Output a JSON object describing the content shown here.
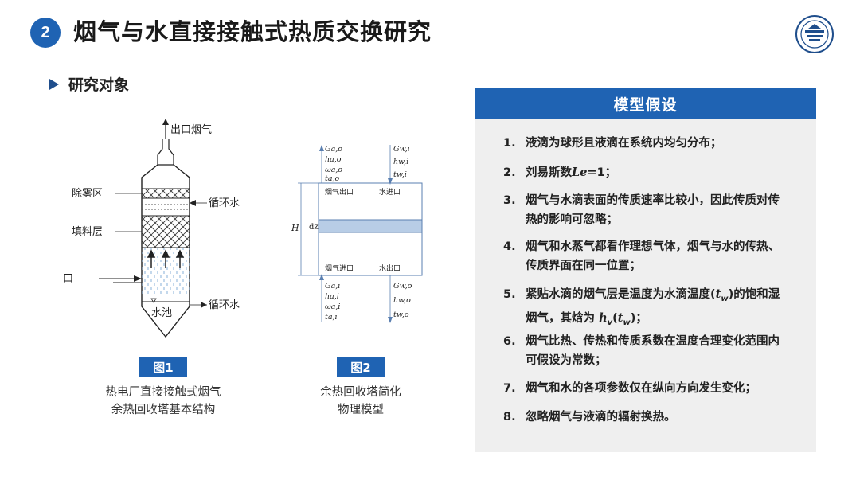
{
  "header": {
    "number": "2",
    "title": "烟气与水直接接触式热质交换研究"
  },
  "section": {
    "title": "研究对象"
  },
  "figure1": {
    "caption": "图1",
    "desc_line1": "热电厂直接接触式烟气",
    "desc_line2": "余热回收塔基本结构",
    "labels": {
      "outlet": "出口烟气",
      "demister": "除雾区",
      "circ_water_top": "循环水",
      "packing": "填料层",
      "gas_inlet": "烟气进口",
      "pool": "水池",
      "circ_water_bottom": "循环水"
    }
  },
  "figure2": {
    "caption": "图2",
    "desc_line1": "余热回收塔简化",
    "desc_line2": "物理模型",
    "labels": {
      "gas_out": "烟气出口",
      "water_in": "水进口",
      "gas_in": "烟气进口",
      "water_out": "水出口",
      "H": "H",
      "dz": "dz",
      "top_left": [
        "Ga,o",
        "ha,o",
        "ωa,o",
        "ta,o"
      ],
      "top_right": [
        "Gw,i",
        "hw,i",
        "tw,i"
      ],
      "bottom_left": [
        "Ga,i",
        "ha,i",
        "ωa,i",
        "ta,i"
      ],
      "bottom_right": [
        "Gw,o",
        "hw,o",
        "tw,o"
      ]
    }
  },
  "panel": {
    "title": "模型假设",
    "items": [
      {
        "n": "1.",
        "text": "液滴为球形且液滴在系统内均匀分布；"
      },
      {
        "n": "2.",
        "text_a": "刘易斯数",
        "text_sym": "Le",
        "text_b": "=1；"
      },
      {
        "n": "3.",
        "text": "烟气与水滴表面的传质速率比较小，因此传质对传热的影响可忽略；"
      },
      {
        "n": "4.",
        "text": "烟气和水蒸气都看作理想气体，烟气与水的传热、传质界面在同一位置；"
      },
      {
        "n": "5.",
        "text_a": "紧贴水滴的烟气层是温度为水滴温度(",
        "sym1": "t",
        "sub1": "w",
        "text_b": ")的饱和湿烟气，其焓为 ",
        "sym2": "h",
        "sub2": "v",
        "text_c": "(",
        "sym3": "t",
        "sub3": "w",
        "text_d": ")；"
      },
      {
        "n": "6.",
        "text": "烟气比热、传热和传质系数在温度合理变化范围内可假设为常数；"
      },
      {
        "n": "7.",
        "text": "烟气和水的各项参数仅在纵向方向发生变化；"
      },
      {
        "n": "8.",
        "text": "忽略烟气与液滴的辐射换热。"
      }
    ]
  }
}
